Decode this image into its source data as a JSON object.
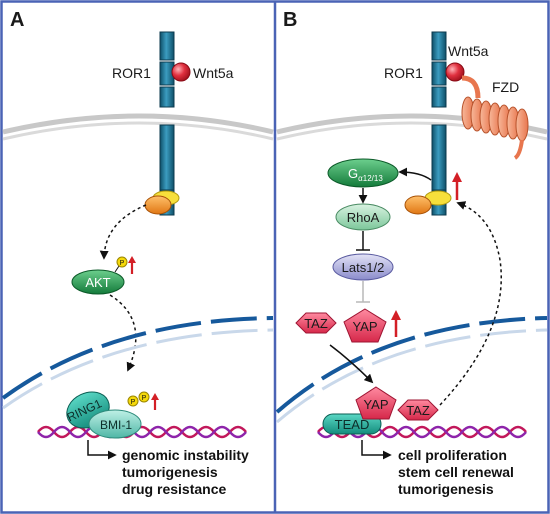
{
  "panel_a": {
    "letter": "A",
    "receptor": "ROR1",
    "ligand": "Wnt5a",
    "akt": "AKT",
    "ring1": "RING1",
    "bmi1": "BMI-1",
    "phospho": "P",
    "outcomes": [
      "genomic instability",
      "tumorigenesis",
      "drug resistance"
    ]
  },
  "panel_b": {
    "letter": "B",
    "receptor": "ROR1",
    "ligand": "Wnt5a",
    "fzd": "FZD",
    "galpha": "G",
    "galpha_sub": "α12/13",
    "rhoa": "RhoA",
    "lats": "Lats1/2",
    "taz": "TAZ",
    "yap": "YAP",
    "tead": "TEAD",
    "outcomes": [
      "cell proliferation",
      "stem cell renewal",
      "tumorigenesis"
    ]
  },
  "colors": {
    "frame": "#4a63b5",
    "receptor": "#1f6e8c",
    "ligand": "#d92b3a",
    "green": "#1f8a45",
    "pink": "#e8506a",
    "arrow_up": "#d31f26",
    "dna1": "#c2185b",
    "dna2": "#7b1fa2"
  }
}
